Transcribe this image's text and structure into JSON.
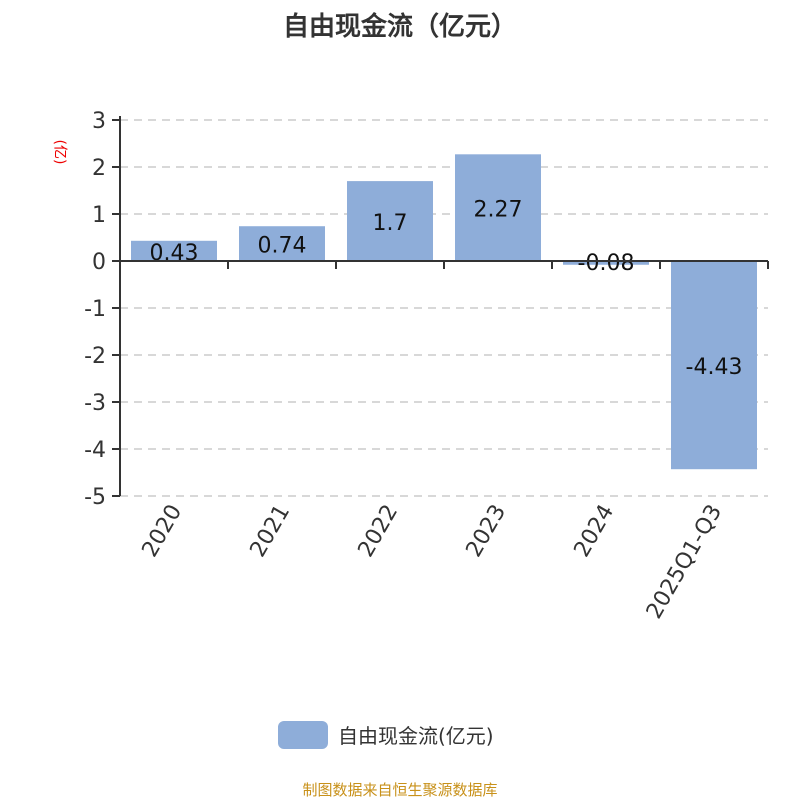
{
  "chart_data": {
    "type": "bar",
    "title": "自由现金流（亿元）",
    "ylabel": "(亿)",
    "xlabel": "",
    "categories": [
      "2020",
      "2021",
      "2022",
      "2023",
      "2024",
      "2025Q1-Q3"
    ],
    "series": [
      {
        "name": "自由现金流(亿元)",
        "values": [
          0.43,
          0.74,
          1.7,
          2.27,
          -0.08,
          -4.43
        ],
        "color": "#8eadd9"
      }
    ],
    "data_labels": [
      "0.43",
      "0.74",
      "1.7",
      "2.27",
      "-0.08",
      "-4.43"
    ],
    "ylim": [
      -5,
      3
    ],
    "yticks": [
      3,
      2,
      1,
      0,
      -1,
      -2,
      -3,
      -4,
      -5
    ],
    "grid": true,
    "legend": "bottom-center"
  },
  "source": "制图数据来自恒生聚源数据库"
}
